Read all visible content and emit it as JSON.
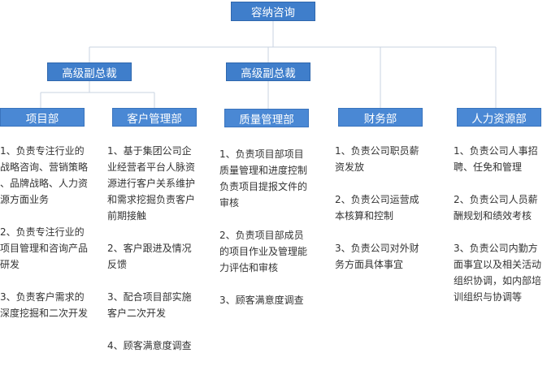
{
  "root": {
    "label": "容纳咨询"
  },
  "vps": [
    {
      "label": "高级副总裁"
    },
    {
      "label": "高级副总裁"
    }
  ],
  "departments": [
    {
      "label": "项目部",
      "duties": [
        "1、负责专注行业的\n战略咨询、营销策略\n、品牌战略、人力资\n源方面业务",
        "2、负责专注行业的\n项目管理和咨询产品\n研发",
        "3、负责客户需求的\n深度挖掘和二次开发"
      ]
    },
    {
      "label": "客户管理部",
      "duties": [
        "1、基于集团公司企\n业经营者平台人脉资\n源进行客户关系维护\n和需求挖掘负责客户\n前期接触",
        "2、客户跟进及情况\n反馈",
        "3、配合项目部实施\n客户二次开发",
        "4、顾客满意度调查"
      ]
    },
    {
      "label": "质量管理部",
      "duties": [
        "1、负责项目部项目\n质量管理和进度控制\n负责项目提报文件的\n审核",
        "2、负责项目部成员\n的项目作业及管理能\n力评估和审核",
        "3、顾客满意度调查"
      ]
    },
    {
      "label": "财务部",
      "duties": [
        "1、负责公司职员薪\n资发放",
        "2、负责公司运营成\n本核算和控制",
        "3、负责公司对外财\n务方面具体事宜"
      ]
    },
    {
      "label": "人力资源部",
      "duties": [
        "1、负责公司人事招\n聘、任免和管理",
        "2、负责公司人员薪\n酬规划和绩效考核",
        "3、负责公司内勤方\n面事宜以及相关活动\n组织协调，如内部培\n训组织与协调等"
      ]
    }
  ],
  "colors": {
    "node_fill": "#3f7ecb",
    "dept_fill": "#4a88d4",
    "connector": "#c9d3e0"
  }
}
